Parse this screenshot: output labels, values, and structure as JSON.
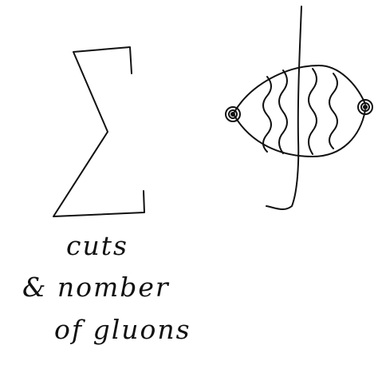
{
  "caption": {
    "line1": "cuts",
    "line2": "& nomber",
    "line3": "of gluons"
  },
  "colors": {
    "ink": "#111111",
    "background": "#ffffff"
  },
  "symbols": [
    "summation-sign",
    "cut-line",
    "gluon-wavy-line",
    "vertex-blob"
  ]
}
